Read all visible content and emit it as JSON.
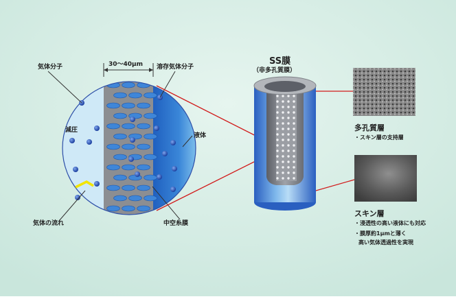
{
  "labels": {
    "gas_molecule": "気体分子",
    "width_dim": "30～40μm",
    "dissolved_gas": "溶存気体分子",
    "reduced_pressure": "減圧",
    "liquid": "液体",
    "gas_flow": "気体の流れ",
    "hollow_fiber": "中空糸膜"
  },
  "ss_membrane": {
    "title": "SS膜",
    "subtitle": "（非多孔質膜）"
  },
  "porous_layer": {
    "title": "多孔質層",
    "desc": "・スキン層の支持層"
  },
  "skin_layer": {
    "title": "スキン層",
    "desc1": "・浸透性の高い液体にも対応",
    "desc2": "・膜厚約1μmと薄く",
    "desc3": "高い気体透過性を実現"
  },
  "colors": {
    "background": "#d4ece4",
    "callout": "#d11a1a",
    "membrane": "#8c8e92",
    "liquid": "#2f74c8",
    "gas_side": "#c9e8f6",
    "molecule": "#2f55b8",
    "flow_arrow": "#f3e400"
  },
  "icons": [
    "gas-molecule-icon",
    "gas-flow-arrow-icon",
    "sem-image-porous",
    "sem-image-skin"
  ]
}
